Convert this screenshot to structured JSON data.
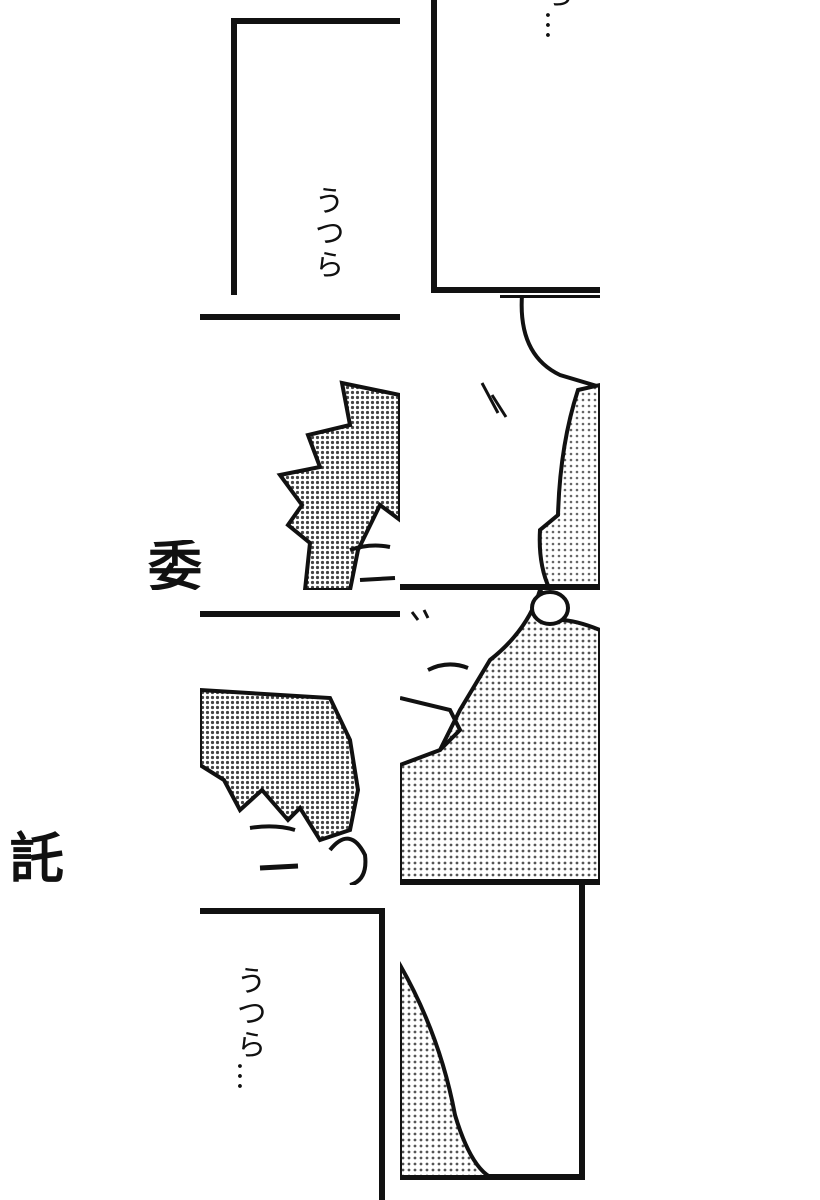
{
  "colors": {
    "ink": "#111111",
    "paper": "#ffffff",
    "screentone": "#8a8a8a"
  },
  "texts": {
    "tile_top_left": "うつら",
    "tile_top_right": "ら…",
    "tile_bottom_left": "うつら…",
    "side_kanji_1": "委",
    "side_kanji_2": "託"
  },
  "icons": {
    "hair": "spiky-hair-icon",
    "shirt": "patterned-shirt-icon"
  }
}
